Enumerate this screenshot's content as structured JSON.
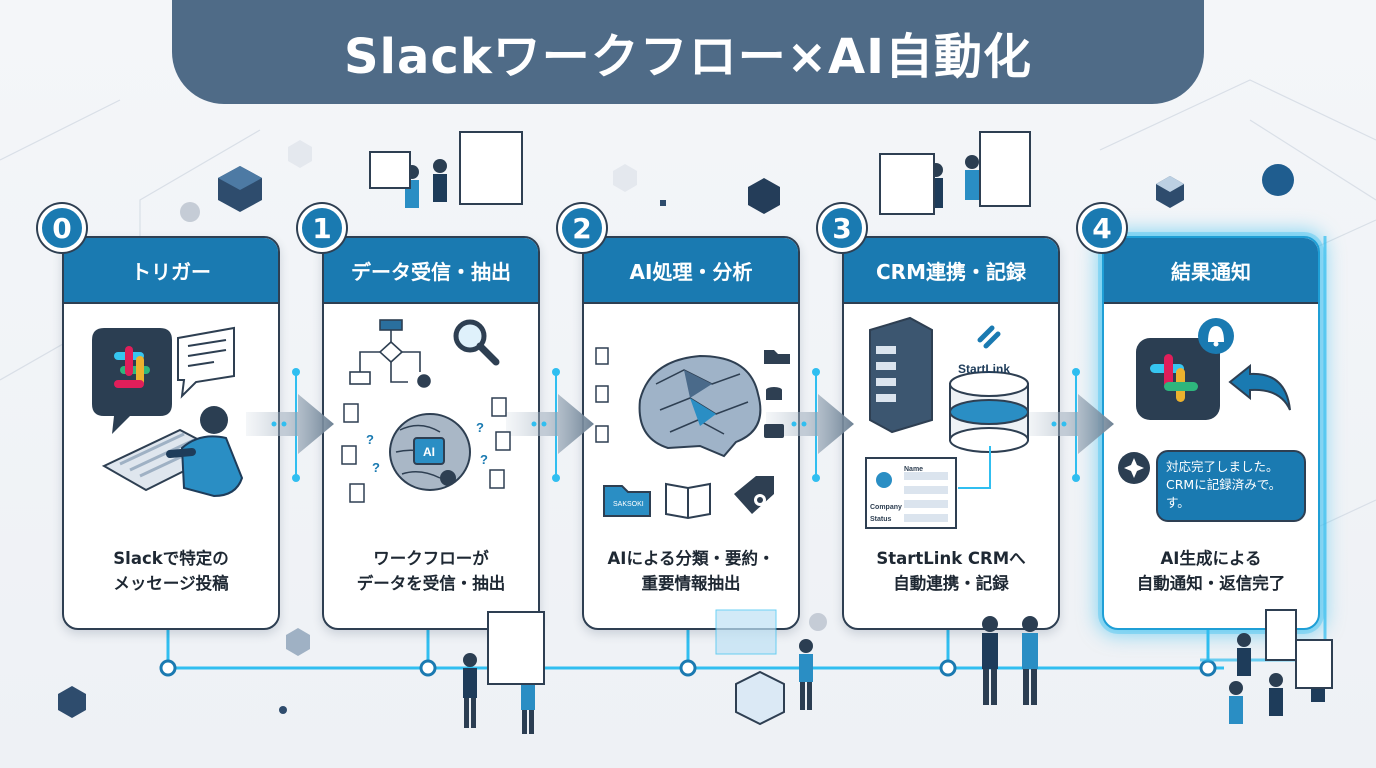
{
  "title": "Slackワークフロー×AI自動化",
  "steps": [
    {
      "number": "0",
      "title": "トリガー",
      "desc": [
        "Slackで特定の",
        "メッセージ投稿"
      ]
    },
    {
      "number": "1",
      "title": "データ受信・抽出",
      "desc": [
        "ワークフローが",
        "データを受信・抽出"
      ]
    },
    {
      "number": "2",
      "title": "AI処理・分析",
      "desc": [
        "AIによる分類・要約・",
        "重要情報抽出"
      ]
    },
    {
      "number": "3",
      "title": "CRM連携・記録",
      "desc": [
        "StartLink CRMへ",
        "自動連携・記録"
      ]
    },
    {
      "number": "4",
      "title": "結果通知",
      "desc": [
        "AI生成による",
        "自動通知・返信完了"
      ]
    }
  ],
  "illustrations": {
    "ai_chip": "AI",
    "folder_label": "SAKSOKI",
    "crm_logo": "StartLink",
    "form_labels": [
      "Name",
      "Company",
      "Status"
    ],
    "reply_bubble": [
      "対応完了しました。",
      "CRMに記録済みで。",
      "す。"
    ]
  },
  "colors": {
    "banner": "#4f6b87",
    "accent": "#1a7ab1",
    "glow": "#30bef0",
    "line": "#2e3f52"
  }
}
